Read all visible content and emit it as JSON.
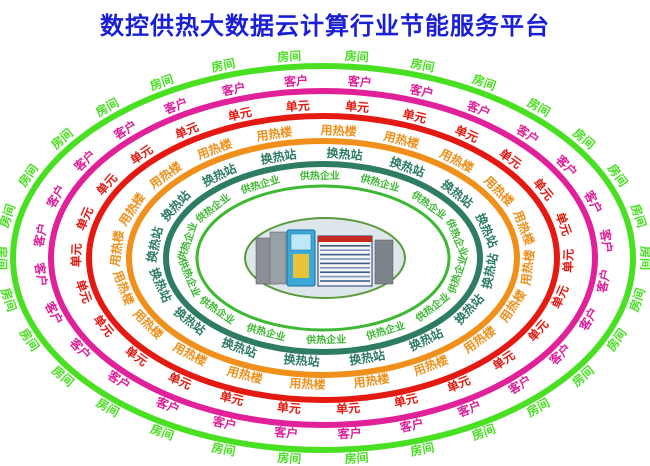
{
  "title": "数控供热大数据云计算行业节能服务平台",
  "colors": {
    "title": "#1a1fd6",
    "background": "#ffffff",
    "center_bg": "#dde6ea"
  },
  "rings": [
    {
      "label": "房间",
      "color": "#49e022",
      "stroke": 6,
      "count": 30
    },
    {
      "label": "客户",
      "color": "#e0219a",
      "stroke": 6,
      "count": 28
    },
    {
      "label": "单元",
      "color": "#e41a12",
      "stroke": 6,
      "count": 26
    },
    {
      "label": "用热楼",
      "color": "#f0901b",
      "stroke": 6,
      "count": 20
    },
    {
      "label": "换热站",
      "color": "#2e7d63",
      "stroke": 6,
      "count": 16
    },
    {
      "label": "供热企业",
      "color": "#3cb833",
      "stroke": 3,
      "count": 14
    }
  ]
}
